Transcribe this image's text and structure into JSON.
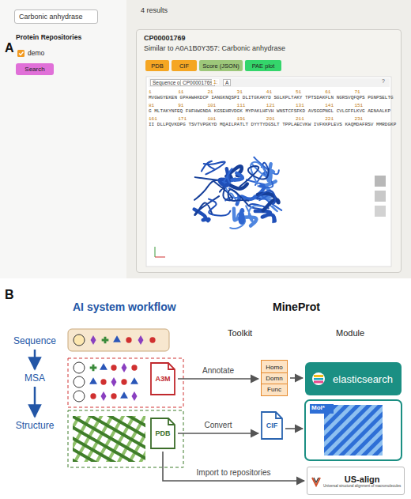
{
  "diagram": {
    "nodes": [
      {
        "text": [
          "Carbonic anhydrase"
        ]
      },
      {
        "text": [
          "Search"
        ]
      },
      {
        "text": [
          "CP00001769",
          "Similar to A0A1B0Y357: Carbonic anhydrase"
        ]
      },
      {
        "text": [
          "PDB"
        ],
        "in": 2
      },
      {
        "text": [
          "CIF"
        ],
        "in": 2
      },
      {
        "text": [
          "Score (JSON)"
        ],
        "in": 2
      },
      {
        "text": [
          "PAE plot"
        ],
        "in": 2
      },
      {
        "text": [
          "Sequence"
        ]
      },
      {
        "text": [
          "MSA"
        ]
      },
      {
        "text": [
          "Structure"
        ]
      },
      {
        "text": [
          "A3M"
        ]
      },
      {
        "text": [
          "PDB"
        ]
      },
      {
        "text": [
          "Homo",
          "Domn",
          "Func"
        ]
      },
      {
        "text": [
          "CIF"
        ]
      },
      {
        "text": [
          "elasticsearch"
        ]
      },
      {
        "text": [
          "US-align",
          "Universal structural alignment of macromolecules"
        ]
      }
    ],
    "edges": [
      {
        "from": 7,
        "to": 8,
        "arrow": "to"
      },
      {
        "from": 8,
        "to": 9,
        "arrow": "to"
      },
      {
        "from": 10,
        "to": 12,
        "label": "Annotate",
        "arrow": "to"
      },
      {
        "from": 12,
        "to": 14,
        "arrow": "to"
      },
      {
        "from": 11,
        "to": 13,
        "label": "Convert",
        "arrow": "to"
      },
      {
        "from": 11,
        "to": 15,
        "label": "Import to repositories",
        "arrow": "to"
      }
    ],
    "labels": [
      "A",
      "4 results",
      "Protein Repositories",
      "demo",
      "Sequence of",
      "CP00001769",
      "1:",
      "A",
      "?",
      "1",
      "11",
      "21",
      "31",
      "41",
      "51",
      "61",
      "71",
      "81",
      "91",
      "101",
      "111",
      "121",
      "131",
      "141",
      "151",
      "161",
      "171",
      "181",
      "191",
      "201",
      "211",
      "221",
      "231",
      "MVGWGYEKEN GPAHWHKDCP IANGKNQSPI DLITGKAKYD SGLKPLTAKY TPTSDAKFLN NGRSVQFQPS PGNPSELTG",
      "G MLTAKYNFEQ FHFHWGNDA KGSEHRVDGK MYPAKLHFVH WNSTCFSFKD AVSGGPNGL CVLGFFLKVG AENAALKP",
      "II DLLPQVKDPG TSVTVPGKYD MQAILPATLT DYYTYDGSLT TPPLAECVKW IVFKKPLEVS KAQMDAFRSV MMRDGKP",
      "Mol*",
      "B",
      "AI system workflow",
      "MineProt",
      "Toolkit",
      "Module"
    ]
  }
}
